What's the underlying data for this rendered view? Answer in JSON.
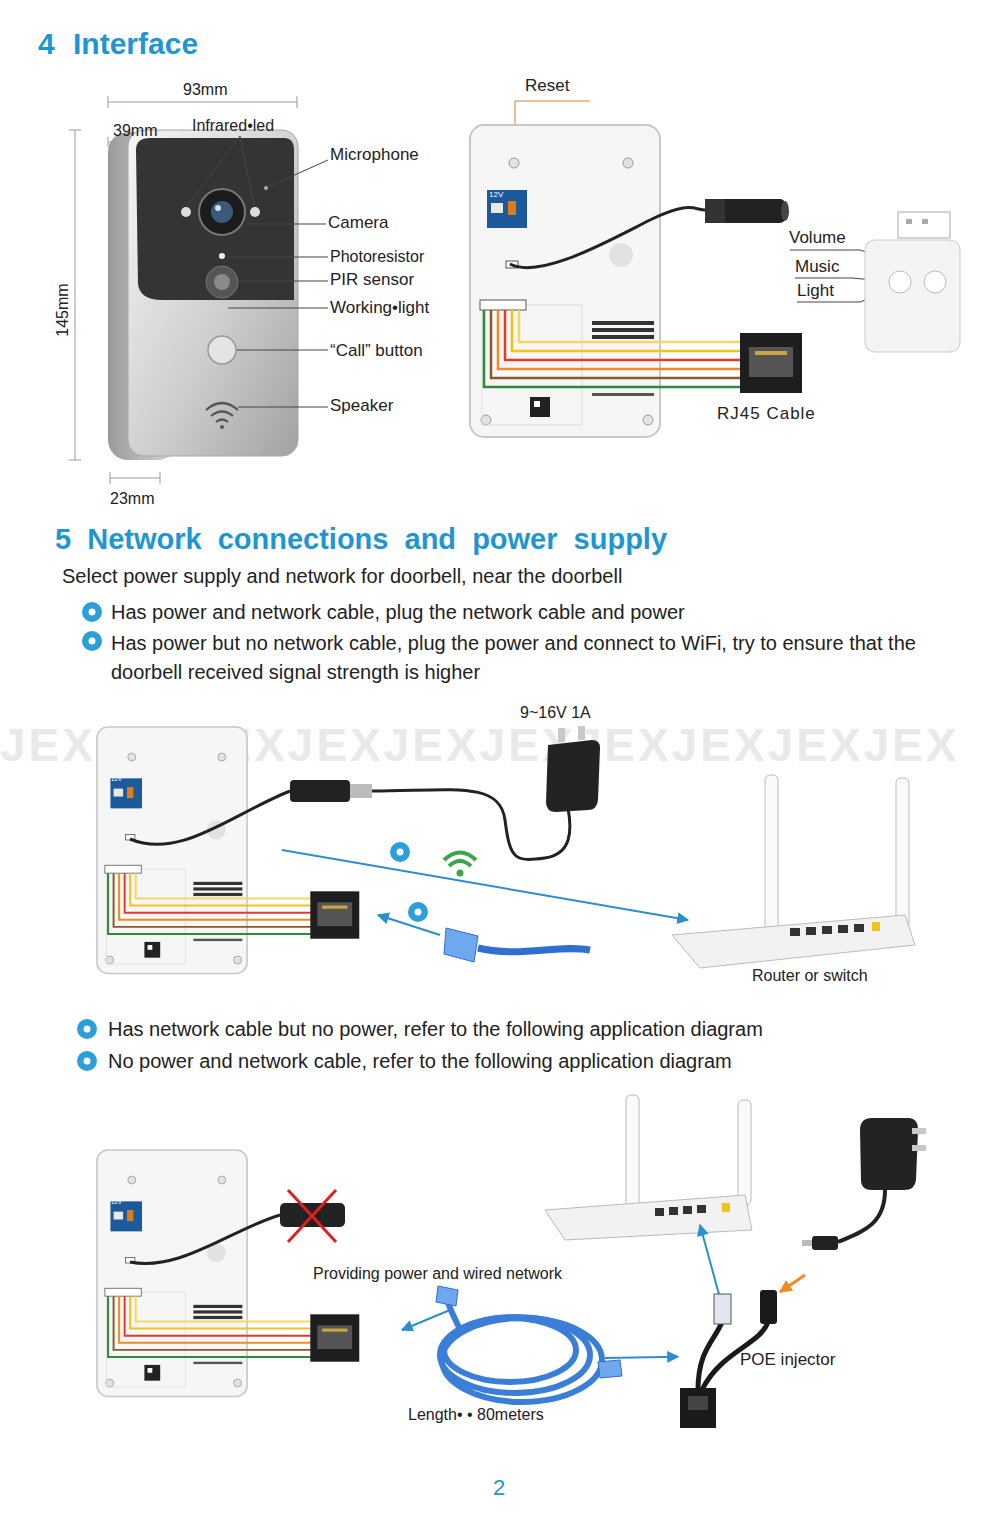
{
  "diagram": {
    "title": "4 Interface",
    "nodes": [
      {
        "text": [
          "9~16V 1A"
        ]
      },
      {
        "text": [
          "Router or switch"
        ]
      },
      {
        "text": [
          "Length• • 80meters"
        ]
      },
      {
        "text": [
          "POE injector"
        ]
      }
    ],
    "edges": [
      {
        "from": 2,
        "to": 3,
        "arrow": "to"
      }
    ],
    "labels": [
      "93mm",
      "39mm",
      "Infrared•led",
      "Microphone",
      "Camera",
      "Photoresistor",
      "PIR sensor",
      "Working•light",
      "“Call” button",
      "Speaker",
      "145mm",
      "23mm",
      "Reset",
      "12V",
      "Volume",
      "Music",
      "Light",
      "RJ45 Cable",
      "5 Network connections and power supply",
      "Select power supply and network for doorbell, near the doorbell",
      "Has power and network cable,  plug the network cable and power",
      "Has power but no network cable, plug the power and connect to WiFi, try to ensure that the doorbell received signal strength is higher",
      "JEXJEXJEXJEXJEXJEXJEXJEXJEXJEX",
      "12V",
      "Has network cable but no power, refer to the following application diagram",
      "No power and network cable, refer to the following application diagram",
      "12V",
      "Providing power and wired network",
      "2"
    ]
  }
}
